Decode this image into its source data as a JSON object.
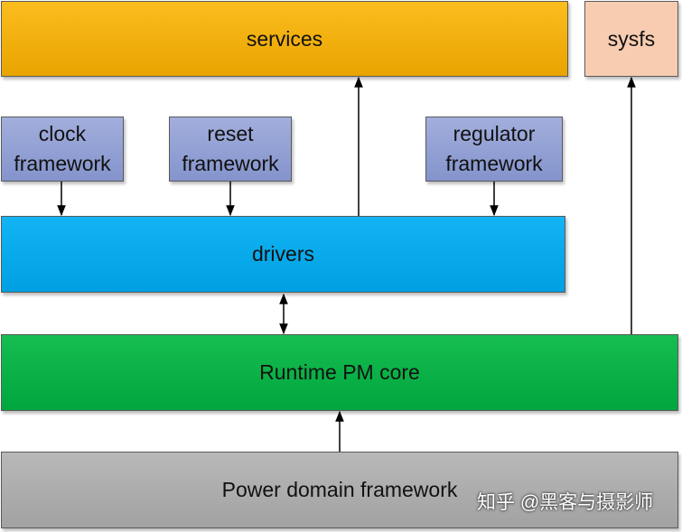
{
  "diagram": {
    "services": "services",
    "sysfs": "sysfs",
    "clock": [
      "clock",
      "framework"
    ],
    "reset": [
      "reset",
      "framework"
    ],
    "regulator": [
      "regulator",
      "framework"
    ],
    "drivers": "drivers",
    "runtime_pm_core": "Runtime PM core",
    "power_domain": "Power domain framework"
  },
  "watermark": "知乎 @黑客与摄影师",
  "colors": {
    "services": "#f5b20f",
    "sysfs": "#f7ccb0",
    "framework_boxes": "#8f9ed3",
    "drivers": "#0aaaec",
    "runtime_pm_core": "#0cb248",
    "power_domain": "#aeaeae",
    "arrows": "#000000"
  }
}
